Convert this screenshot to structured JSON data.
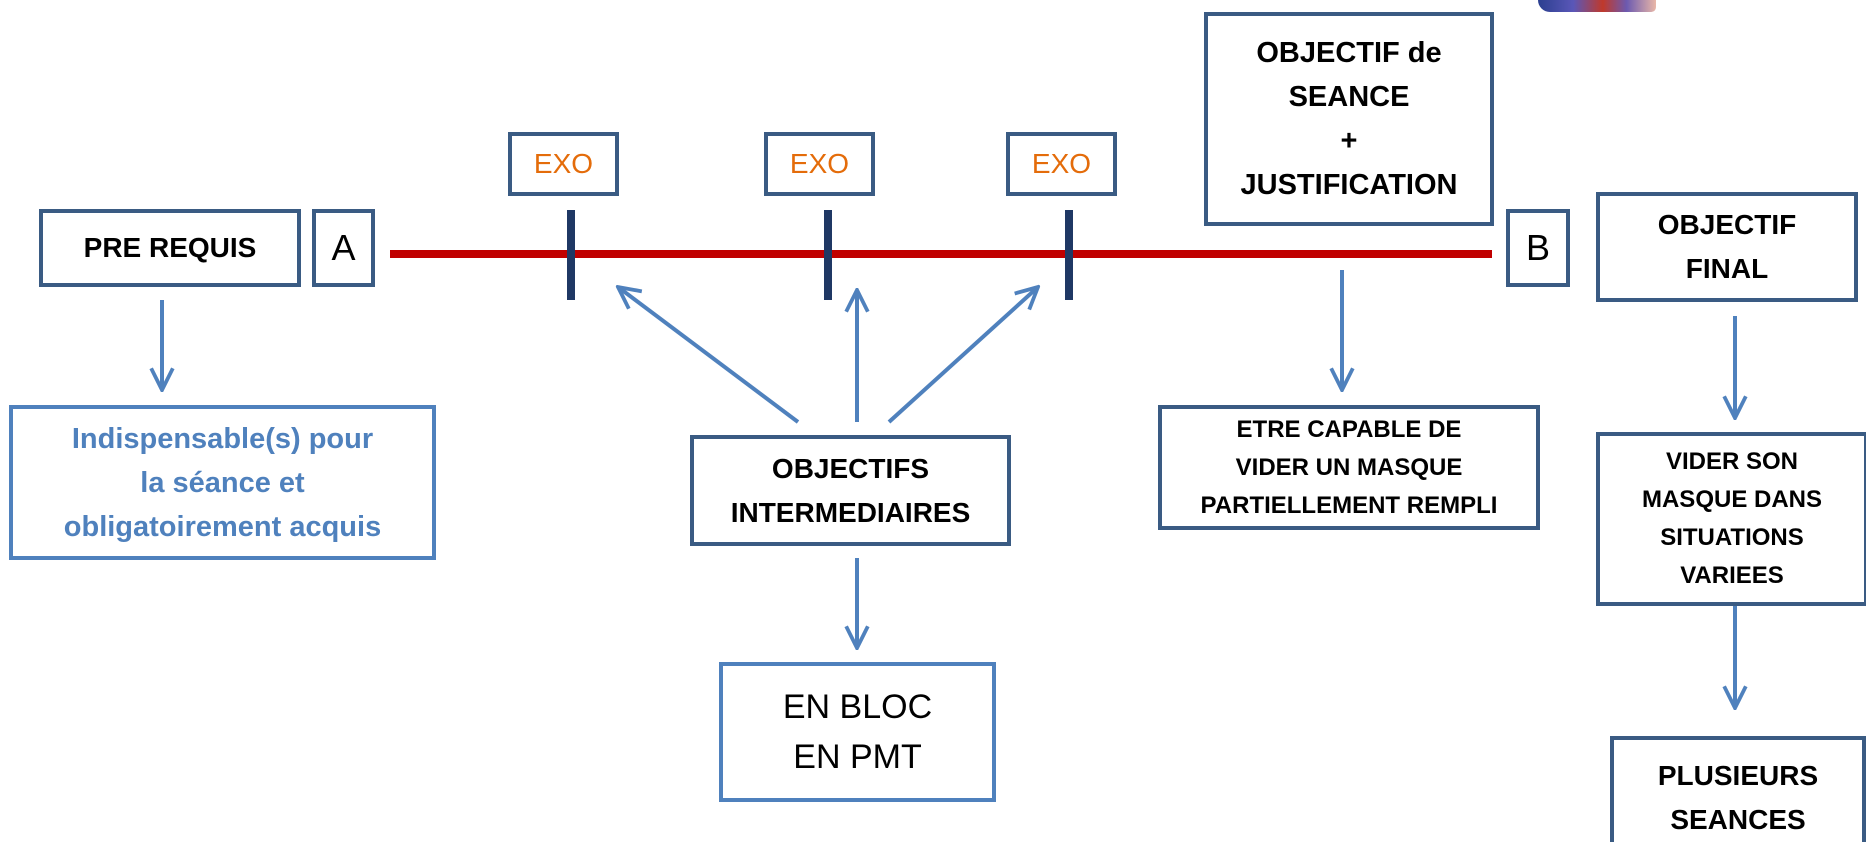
{
  "timeline": {
    "start_label": "A",
    "end_label": "B",
    "exo_label": "EXO"
  },
  "prerequis": {
    "title": "PRE REQUIS",
    "description": [
      "Indispensable(s) pour",
      "la séance et",
      "obligatoirement acquis"
    ]
  },
  "objectif_seance": {
    "lines": [
      "OBJECTIF de",
      "SEANCE",
      "+",
      "JUSTIFICATION"
    ]
  },
  "objectif_seance_detail": {
    "lines": [
      "ETRE CAPABLE DE",
      "VIDER UN MASQUE",
      "PARTIELLEMENT REMPLI"
    ]
  },
  "objectifs_intermediaires": {
    "lines": [
      "OBJECTIFS",
      "INTERMEDIAIRES"
    ]
  },
  "modalites": {
    "lines": [
      "EN BLOC",
      "EN PMT"
    ]
  },
  "objectif_final": {
    "lines": [
      "OBJECTIF",
      "FINAL"
    ]
  },
  "objectif_final_detail": {
    "lines": [
      "VIDER SON",
      "MASQUE DANS",
      "SITUATIONS",
      "VARIEES"
    ]
  },
  "plusieurs_seances": {
    "lines": [
      "PLUSIEURS",
      "SEANCES"
    ]
  },
  "colors": {
    "timeline": "#c00000",
    "border_dark": "#3a5b83",
    "arrow": "#4f81bd",
    "tick": "#1f3864",
    "exo_text": "#e46c0a",
    "description_text": "#4f81bd"
  }
}
